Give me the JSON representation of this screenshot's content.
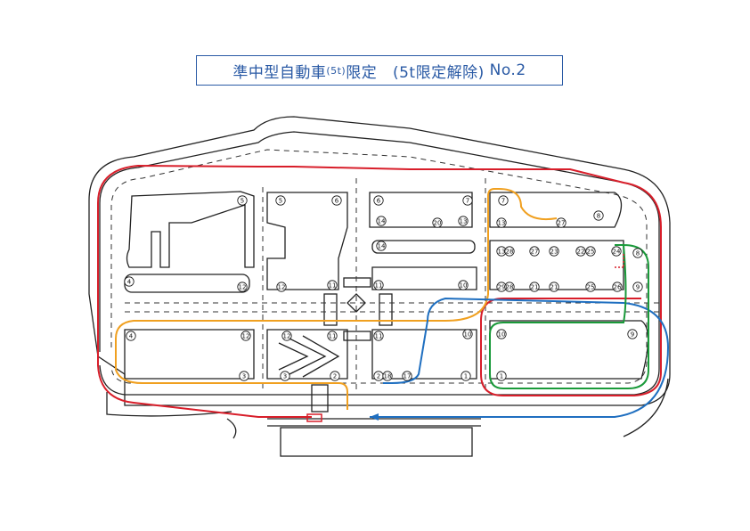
{
  "title": {
    "main": "準中型自動車",
    "small": "(5t)",
    "limit": "限定",
    "sub": "(5t限定解除)",
    "no": "No.2"
  },
  "colors": {
    "title_blue": "#2a5aa5",
    "route_red": "#d81e2a",
    "route_orange": "#f0a020",
    "route_blue": "#1f6fc0",
    "route_green": "#1a9a3a",
    "line_black": "#222222"
  },
  "markers": [
    {
      "id": "m5a",
      "text": "5"
    },
    {
      "id": "m5b",
      "text": "5"
    },
    {
      "id": "m6a",
      "text": "6"
    },
    {
      "id": "m6b",
      "text": "6"
    },
    {
      "id": "m7a",
      "text": "7"
    },
    {
      "id": "m7b",
      "text": "7"
    },
    {
      "id": "m8a",
      "text": "8"
    },
    {
      "id": "m8b",
      "text": "8"
    },
    {
      "id": "m9a",
      "text": "9"
    },
    {
      "id": "m9b",
      "text": "9"
    },
    {
      "id": "m10a",
      "text": "10"
    },
    {
      "id": "m10b",
      "text": "10"
    },
    {
      "id": "m10c",
      "text": "10"
    },
    {
      "id": "m11a",
      "text": "11"
    },
    {
      "id": "m11b",
      "text": "11"
    },
    {
      "id": "m11c",
      "text": "11"
    },
    {
      "id": "m11d",
      "text": "11"
    },
    {
      "id": "m12a",
      "text": "12"
    },
    {
      "id": "m12b",
      "text": "12"
    },
    {
      "id": "m12c",
      "text": "12"
    },
    {
      "id": "m12d",
      "text": "12"
    },
    {
      "id": "m13a",
      "text": "13"
    },
    {
      "id": "m13b",
      "text": "13"
    },
    {
      "id": "m13c",
      "text": "13"
    },
    {
      "id": "m14a",
      "text": "14"
    },
    {
      "id": "m14b",
      "text": "14"
    },
    {
      "id": "m4a",
      "text": "4"
    },
    {
      "id": "m4b",
      "text": "4"
    },
    {
      "id": "m1a",
      "text": "1"
    },
    {
      "id": "m1b",
      "text": "1"
    },
    {
      "id": "m2a",
      "text": "2"
    },
    {
      "id": "m2b",
      "text": "2"
    },
    {
      "id": "m3a",
      "text": "3"
    },
    {
      "id": "m3b",
      "text": "3"
    },
    {
      "id": "m17",
      "text": "17"
    },
    {
      "id": "m18",
      "text": "18"
    },
    {
      "id": "m20",
      "text": "20"
    },
    {
      "id": "m21a",
      "text": "21"
    },
    {
      "id": "m21b",
      "text": "21"
    },
    {
      "id": "m22",
      "text": "22"
    },
    {
      "id": "m23",
      "text": "23"
    },
    {
      "id": "m24",
      "text": "24"
    },
    {
      "id": "m25a",
      "text": "25"
    },
    {
      "id": "m25b",
      "text": "25"
    },
    {
      "id": "m26",
      "text": "26"
    },
    {
      "id": "m27a",
      "text": "27"
    },
    {
      "id": "m27b",
      "text": "27"
    },
    {
      "id": "m28a",
      "text": "28"
    },
    {
      "id": "m28b",
      "text": "28"
    },
    {
      "id": "m29",
      "text": "29"
    }
  ]
}
